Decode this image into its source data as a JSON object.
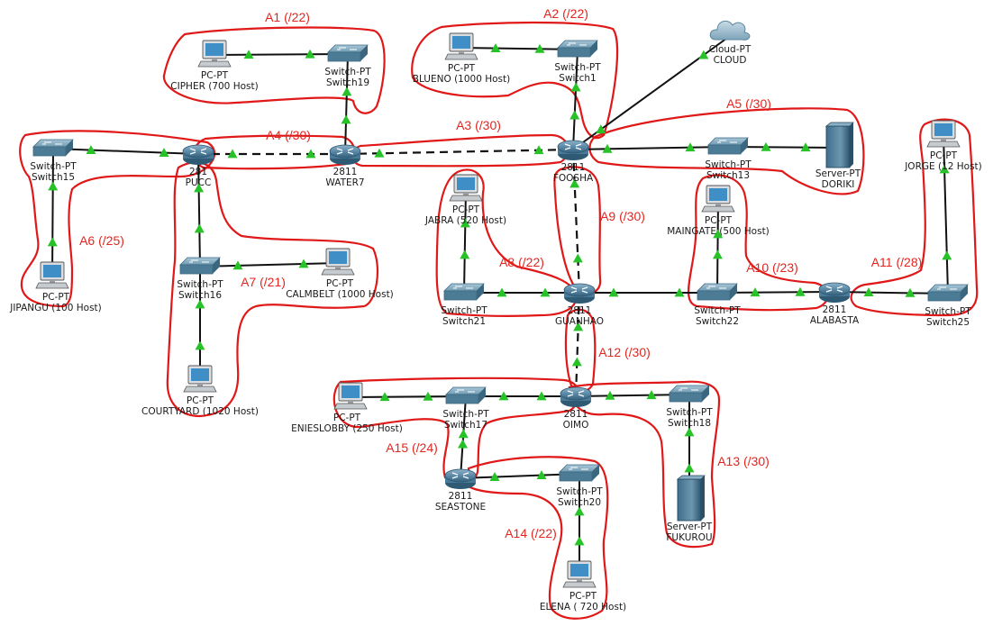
{
  "devices": [
    {
      "id": "pucc",
      "kind": "router",
      "lines": [
        "281",
        "PUCC"
      ]
    },
    {
      "id": "water7",
      "kind": "router",
      "lines": [
        "2811",
        "WATER7"
      ]
    },
    {
      "id": "foosha",
      "kind": "router",
      "lines": [
        "2811",
        "FOOSHA"
      ]
    },
    {
      "id": "guanhao",
      "kind": "router",
      "lines": [
        "2811",
        "GUANHAO"
      ]
    },
    {
      "id": "alabasta",
      "kind": "router",
      "lines": [
        "2811",
        "ALABASTA"
      ]
    },
    {
      "id": "oimo",
      "kind": "router",
      "lines": [
        "2811",
        "OIMO"
      ]
    },
    {
      "id": "seastone",
      "kind": "router",
      "lines": [
        "2811",
        "SEASTONE"
      ]
    },
    {
      "id": "switch19",
      "kind": "switch",
      "lines": [
        "Switch-PT",
        "Switch19"
      ]
    },
    {
      "id": "switch1",
      "kind": "switch",
      "lines": [
        "Switch-PT",
        "Switch1"
      ]
    },
    {
      "id": "switch15",
      "kind": "switch",
      "lines": [
        "Switch-PT",
        "Switch15"
      ]
    },
    {
      "id": "switch16",
      "kind": "switch",
      "lines": [
        "Switch-PT",
        "Switch16"
      ]
    },
    {
      "id": "switch13",
      "kind": "switch",
      "lines": [
        "Switch-PT",
        "Switch13"
      ]
    },
    {
      "id": "switch21",
      "kind": "switch",
      "lines": [
        "Switch-PT",
        "Switch21"
      ]
    },
    {
      "id": "switch22",
      "kind": "switch",
      "lines": [
        "Switch-PT",
        "Switch22"
      ]
    },
    {
      "id": "switch25",
      "kind": "switch",
      "lines": [
        "Switch-PT",
        "Switch25"
      ]
    },
    {
      "id": "switch17",
      "kind": "switch",
      "lines": [
        "Switch-PT",
        "Switch17"
      ]
    },
    {
      "id": "switch18",
      "kind": "switch",
      "lines": [
        "Switch-PT",
        "Switch18"
      ]
    },
    {
      "id": "switch20",
      "kind": "switch",
      "lines": [
        "Switch-PT",
        "Switch20"
      ]
    },
    {
      "id": "cipher",
      "kind": "pc",
      "lines": [
        "PC-PT",
        "CIPHER (700 Host)"
      ]
    },
    {
      "id": "blueno",
      "kind": "pc",
      "lines": [
        "PC-PT",
        "BLUENO (1000 Host)"
      ]
    },
    {
      "id": "jipangu",
      "kind": "pc",
      "lines": [
        "PC-PT",
        "JIPANGU (100 Host)"
      ]
    },
    {
      "id": "calmbelt",
      "kind": "pc",
      "lines": [
        "PC-PT",
        "CALMBELT (1000 Host)"
      ]
    },
    {
      "id": "courtyard",
      "kind": "pc",
      "lines": [
        "PC-PT",
        "COURTYARD (1020 Host)"
      ]
    },
    {
      "id": "jabra",
      "kind": "pc",
      "lines": [
        "PC-PT",
        "JABRA (520 Host)"
      ]
    },
    {
      "id": "maingate",
      "kind": "pc",
      "lines": [
        "PC-PT",
        "MAINGATE (500 Host)"
      ]
    },
    {
      "id": "jorge",
      "kind": "pc",
      "lines": [
        "PC-PT",
        "JORGE (12 Host)"
      ]
    },
    {
      "id": "enieslobby",
      "kind": "pc",
      "lines": [
        "PC-PT",
        "ENIESLOBBY (250 Host)"
      ]
    },
    {
      "id": "elena",
      "kind": "pc",
      "lines": [
        "PC-PT",
        "ELENA ( 720 Host)"
      ]
    },
    {
      "id": "doriki",
      "kind": "server",
      "lines": [
        "Server-PT",
        "DORIKI"
      ]
    },
    {
      "id": "fukurou",
      "kind": "server",
      "lines": [
        "Server-PT",
        "FUKUROU"
      ]
    },
    {
      "id": "cloud",
      "kind": "cloud",
      "lines": [
        "Cloud-PT",
        "CLOUD"
      ]
    }
  ],
  "links": [
    {
      "from": "cipher",
      "to": "switch19",
      "type": "copper"
    },
    {
      "from": "switch19",
      "to": "water7",
      "type": "copper"
    },
    {
      "from": "blueno",
      "to": "switch1",
      "type": "copper"
    },
    {
      "from": "switch1",
      "to": "foosha",
      "type": "copper"
    },
    {
      "from": "cloud",
      "to": "foosha",
      "type": "copper"
    },
    {
      "from": "pucc",
      "to": "water7",
      "type": "serial"
    },
    {
      "from": "water7",
      "to": "foosha",
      "type": "serial"
    },
    {
      "from": "foosha",
      "to": "switch13",
      "type": "copper"
    },
    {
      "from": "switch13",
      "to": "doriki",
      "type": "copper"
    },
    {
      "from": "switch15",
      "to": "pucc",
      "type": "copper"
    },
    {
      "from": "jipangu",
      "to": "switch15",
      "type": "copper"
    },
    {
      "from": "pucc",
      "to": "switch16",
      "type": "copper"
    },
    {
      "from": "switch16",
      "to": "calmbelt",
      "type": "copper"
    },
    {
      "from": "courtyard",
      "to": "switch16",
      "type": "copper"
    },
    {
      "from": "foosha",
      "to": "guanhao",
      "type": "serial"
    },
    {
      "from": "jabra",
      "to": "switch21",
      "type": "copper"
    },
    {
      "from": "switch21",
      "to": "guanhao",
      "type": "copper"
    },
    {
      "from": "guanhao",
      "to": "switch22",
      "type": "copper"
    },
    {
      "from": "maingate",
      "to": "switch22",
      "type": "copper"
    },
    {
      "from": "switch22",
      "to": "alabasta",
      "type": "copper"
    },
    {
      "from": "alabasta",
      "to": "switch25",
      "type": "copper"
    },
    {
      "from": "jorge",
      "to": "switch25",
      "type": "copper"
    },
    {
      "from": "guanhao",
      "to": "oimo",
      "type": "serial"
    },
    {
      "from": "enieslobby",
      "to": "switch17",
      "type": "copper"
    },
    {
      "from": "switch17",
      "to": "oimo",
      "type": "copper"
    },
    {
      "from": "oimo",
      "to": "switch18",
      "type": "copper"
    },
    {
      "from": "fukurou",
      "to": "switch18",
      "type": "copper"
    },
    {
      "from": "switch17",
      "to": "seastone",
      "type": "copper"
    },
    {
      "from": "seastone",
      "to": "switch20",
      "type": "copper"
    },
    {
      "from": "elena",
      "to": "switch20",
      "type": "copper"
    }
  ],
  "areas": [
    {
      "id": "a1",
      "label": "A1 (/22)"
    },
    {
      "id": "a2",
      "label": "A2 (/22)"
    },
    {
      "id": "a3",
      "label": "A3 (/30)"
    },
    {
      "id": "a4",
      "label": "A4 (/30)"
    },
    {
      "id": "a5",
      "label": "A5 (/30)"
    },
    {
      "id": "a6",
      "label": "A6 (/25)"
    },
    {
      "id": "a7",
      "label": "A7 (/21)"
    },
    {
      "id": "a8",
      "label": "A8 (/22)"
    },
    {
      "id": "a9",
      "label": "A9 (/30)"
    },
    {
      "id": "a10",
      "label": "A10 (/23)"
    },
    {
      "id": "a11",
      "label": "A11 (/28)"
    },
    {
      "id": "a12",
      "label": "A12 (/30)"
    },
    {
      "id": "a13",
      "label": "A13 (/30)"
    },
    {
      "id": "a14",
      "label": "A14 (/22)"
    },
    {
      "id": "a15",
      "label": "A15 (/24)"
    }
  ],
  "colors": {
    "link_status_triangle": "#27c227",
    "area_outline": "#e01818",
    "area_label": "#e3251f",
    "router_body": "#4a7a97",
    "switch_body": "#5b8aa3"
  }
}
